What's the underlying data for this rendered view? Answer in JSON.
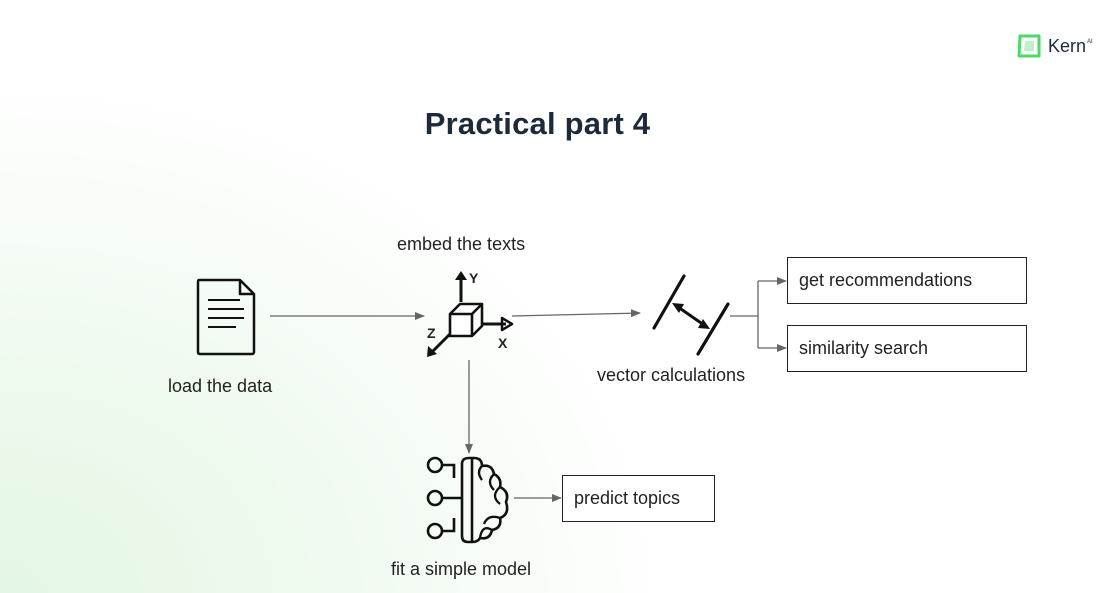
{
  "title": "Practical part 4",
  "logo": {
    "text": "Kern",
    "suffix": "AI"
  },
  "steps": {
    "load": "load the data",
    "embed": "embed the texts",
    "vector": "vector calculations",
    "model": "fit a simple model"
  },
  "axes": {
    "y": "Y",
    "z": "Z",
    "x": "X"
  },
  "outputs": {
    "recommendations": "get recommendations",
    "similarity": "similarity search",
    "topics": "predict topics"
  },
  "colors": {
    "accent": "#4cd964",
    "arrow": "#666666",
    "text": "#1c2a3a"
  }
}
